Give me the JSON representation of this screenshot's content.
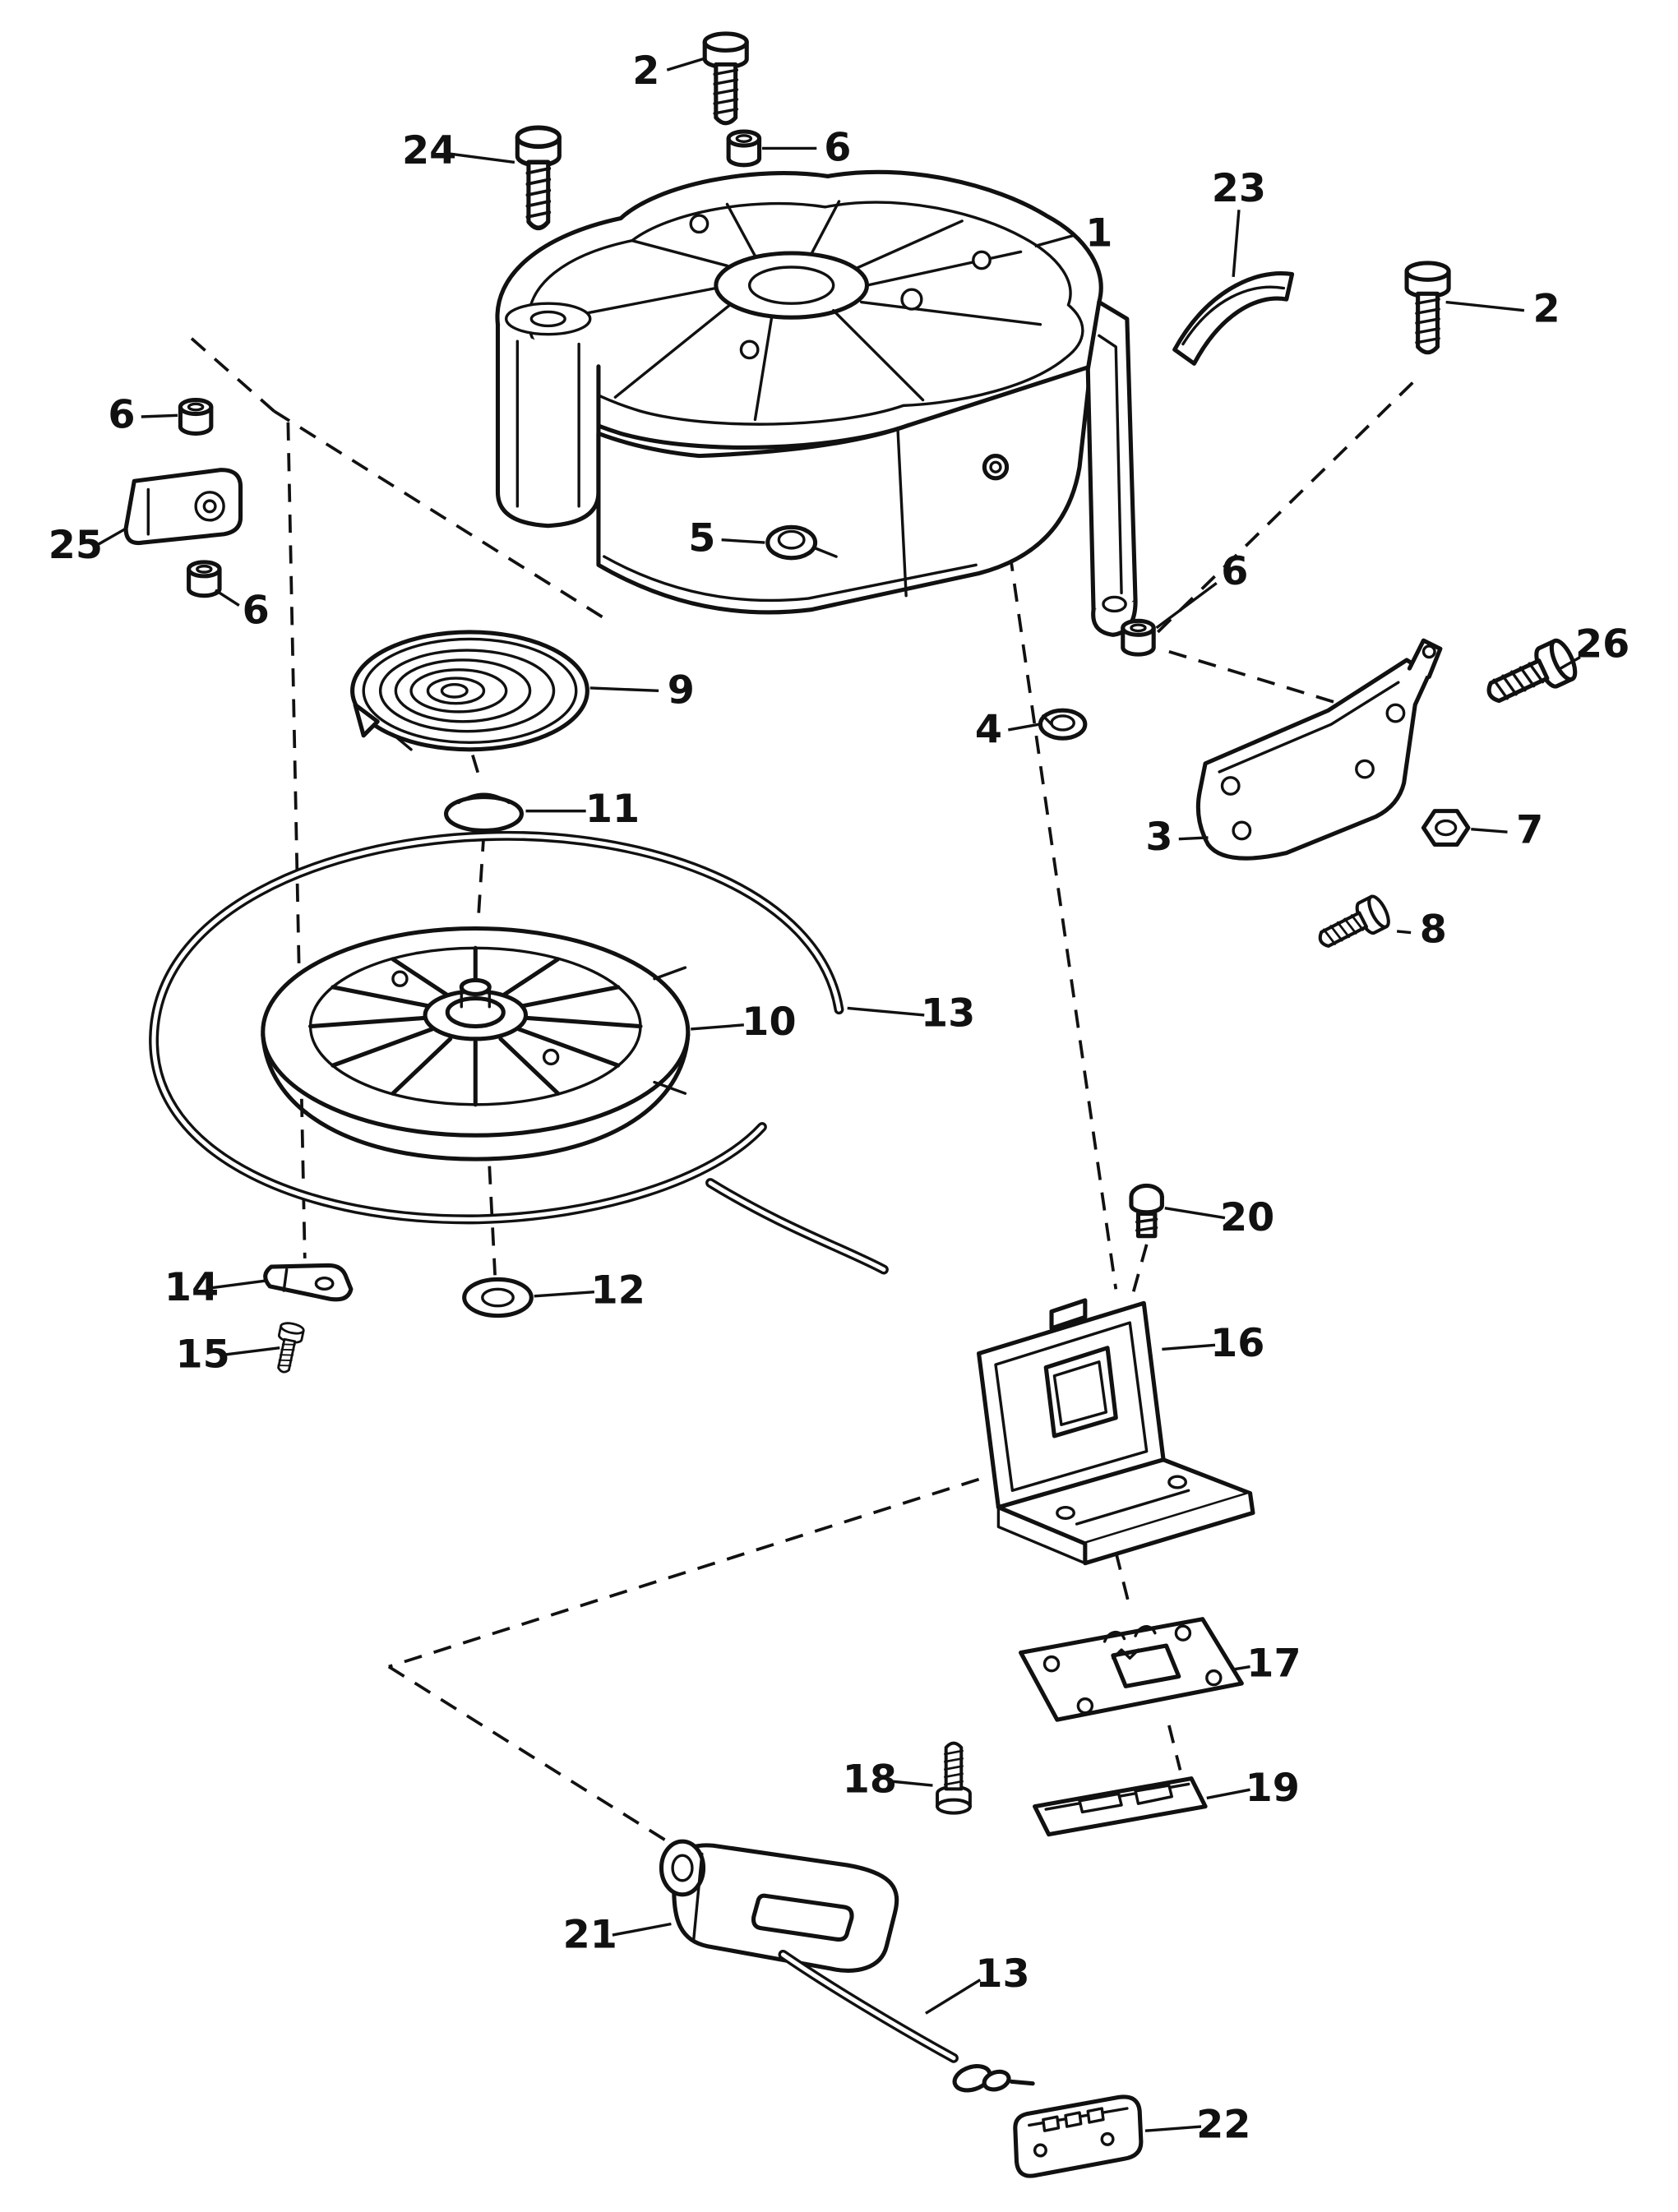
{
  "diagram": {
    "kind": "exploded-parts-diagram",
    "background_color": "#ffffff",
    "line_color": "#111111"
  },
  "callouts": [
    {
      "label": "2"
    },
    {
      "label": "24"
    },
    {
      "label": "6"
    },
    {
      "label": "1"
    },
    {
      "label": "23"
    },
    {
      "label": "2"
    },
    {
      "label": "6"
    },
    {
      "label": "25"
    },
    {
      "label": "6"
    },
    {
      "label": "5"
    },
    {
      "label": "9"
    },
    {
      "label": "6"
    },
    {
      "label": "4"
    },
    {
      "label": "26"
    },
    {
      "label": "3"
    },
    {
      "label": "7"
    },
    {
      "label": "11"
    },
    {
      "label": "8"
    },
    {
      "label": "10"
    },
    {
      "label": "13"
    },
    {
      "label": "20"
    },
    {
      "label": "14"
    },
    {
      "label": "12"
    },
    {
      "label": "15"
    },
    {
      "label": "16"
    },
    {
      "label": "17"
    },
    {
      "label": "18"
    },
    {
      "label": "19"
    },
    {
      "label": "21"
    },
    {
      "label": "13"
    },
    {
      "label": "22"
    }
  ]
}
